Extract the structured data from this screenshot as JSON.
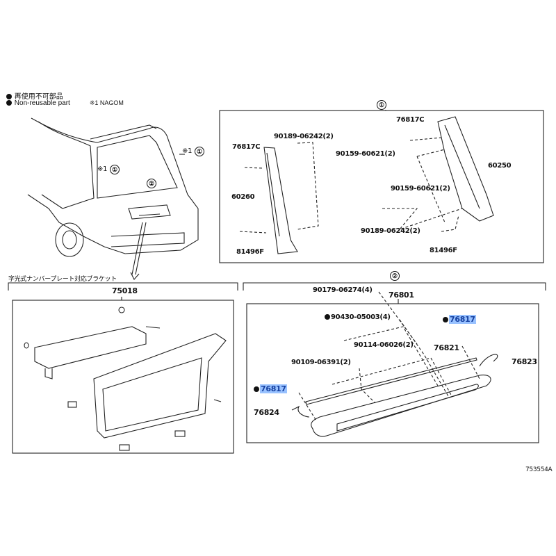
{
  "legend": {
    "jp_label": "再使用不可部品",
    "en_label": "Non-reusable part",
    "note": "※1 NAGOM"
  },
  "car_view": {
    "callout_window_right": "※1",
    "callout_window_left": "※1",
    "ref_1": "①",
    "ref_2": "②"
  },
  "section_1": {
    "ref": "①",
    "parts": {
      "left_clip": "76817C",
      "left_screw": "90189-06242(2)",
      "left_nut": "90159-60621(2)",
      "left_spoiler": "60260",
      "left_bottom": "81496F",
      "right_clip": "76817C",
      "right_spoiler": "60250",
      "right_nut": "90159-60621(2)",
      "right_screw": "90189-06242(2)",
      "right_bottom": "81496F"
    }
  },
  "section_bracket": {
    "title": "字光式ナンバープレート対応ブラケット",
    "part": "75018"
  },
  "section_2": {
    "ref": "②",
    "parts": {
      "nut": "90179-06274(4)",
      "assembly": "76801",
      "washer": "90430-05003(4)",
      "clip_right": "76817",
      "bolt": "90114-06026(2)",
      "seal": "76821",
      "stud": "90109-06391(2)",
      "pad_right": "76823",
      "clip_left": "76817",
      "pad_left": "76824"
    }
  },
  "diagram_id": "753554A"
}
